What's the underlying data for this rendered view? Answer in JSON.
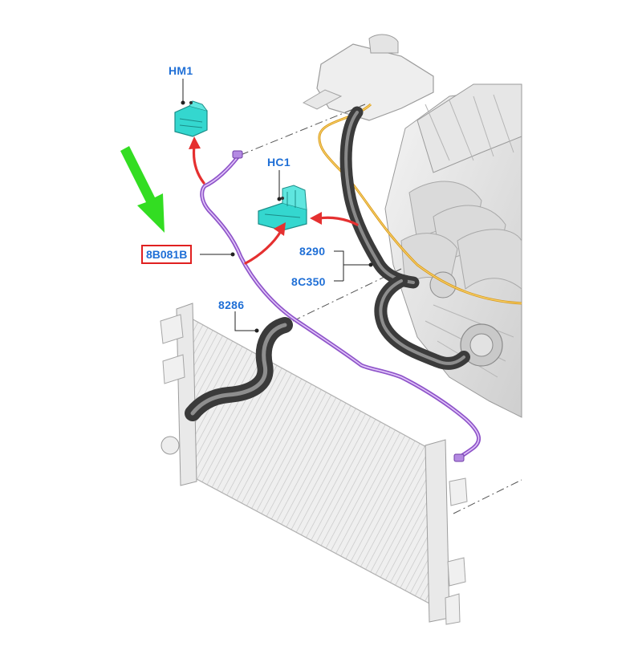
{
  "diagram": {
    "callouts": {
      "hm1": "HM1",
      "hc1": "HC1",
      "part_8b081b": "8B081B",
      "part_8290": "8290",
      "part_8c350": "8C350",
      "part_8286": "8286"
    },
    "highlighted_part": "8B081B",
    "colors": {
      "label_text": "#1f6fd6",
      "highlight_box": "#e02020",
      "pointer_arrow": "#e53030",
      "indicator_arrow": "#33dd22",
      "purple_hose": "#a06ad0",
      "yellow_line": "#e0a020",
      "dark_hose": "#4a4a4a",
      "cyan_component": "#33d6cf"
    },
    "icons": [
      "green-indicator-arrow",
      "red-pointer-arrow"
    ]
  }
}
